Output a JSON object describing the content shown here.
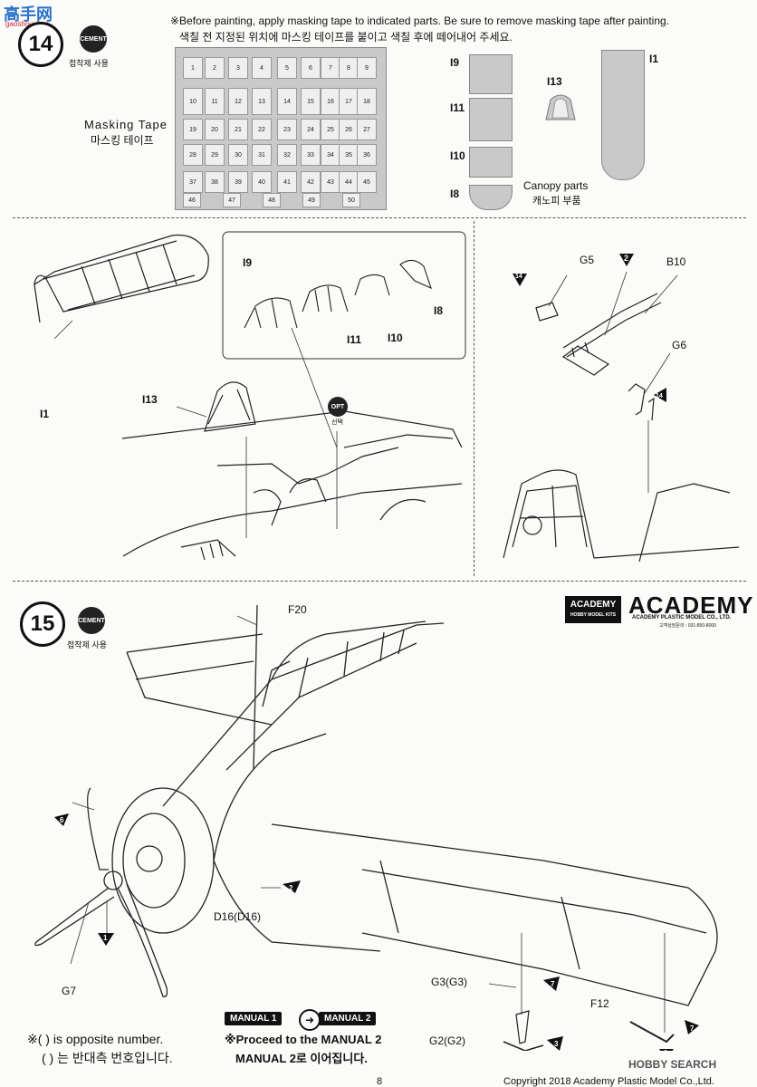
{
  "watermark": {
    "text": "高手网",
    "sub": "gaoshou.com"
  },
  "step14": {
    "number": "14",
    "cement_badge": "CEMENT",
    "cement_caption": "접착제 사용",
    "instruction_en": "※Before painting, apply masking tape to indicated parts. Be sure to remove masking tape after painting.",
    "instruction_ko": "색칠 전 지정된 위치에 마스킹 테이프를 붙이고 색칠 후에 떼어내어 주세요.",
    "masking_label_en": "Masking Tape",
    "masking_label_ko": "마스킹 테이프",
    "canopy_label_en": "Canopy parts",
    "canopy_label_ko": "캐노피 부품",
    "part_labels": {
      "i9": "I9",
      "i11": "I11",
      "i10": "I10",
      "i8": "I8",
      "i13": "I13",
      "i1": "I1"
    },
    "opt_badge": "OPT",
    "opt_caption": "선택",
    "sub_parts": {
      "g5": "G5",
      "b10": "B10",
      "g6": "G6",
      "n2": "2",
      "n14a": "14",
      "n14b": "14"
    }
  },
  "step15": {
    "number": "15",
    "cement_badge": "CEMENT",
    "cement_caption": "접착제 사용",
    "parts": {
      "f20": "F20",
      "d16": "D16(D16)",
      "g7": "G7",
      "g3": "G3(G3)",
      "g2": "G2(G2)",
      "f12": "F12",
      "n6": "6",
      "n2": "2",
      "n1a": "1",
      "n7a": "7",
      "n3": "3",
      "n7b": "7",
      "n1b": "1"
    },
    "logo_box_top": "ACADEMY",
    "logo_box_bottom": "HOBBY MODEL KITS",
    "logo_word": "ACADEMY",
    "logo_company": "ACADEMY PLASTIC MODEL CO., LTD.",
    "logo_phone": "고객상담문의 : 031-850-8000"
  },
  "footer": {
    "note_en": "※( ) is opposite number.",
    "note_ko": "( ) 는 반대측 번호입니다.",
    "manual1": "MANUAL 1",
    "manual2": "MANUAL 2",
    "proceed_en": "※Proceed to the MANUAL 2",
    "proceed_ko": "MANUAL 2로 이어집니다.",
    "page_number": "8",
    "copyright": "Copyright 2018 Academy Plastic Model Co.,Ltd.",
    "hobby_search": "HOBBY SEARCH"
  },
  "mask_cells": [
    "1",
    "2",
    "3",
    "4",
    "5",
    "6",
    "7",
    "8",
    "9",
    "10",
    "11",
    "12",
    "13",
    "14",
    "15",
    "16",
    "17",
    "18",
    "19",
    "20",
    "21",
    "22",
    "23",
    "24",
    "25",
    "26",
    "27",
    "28",
    "29",
    "30",
    "31",
    "32",
    "33",
    "34",
    "35",
    "36",
    "37",
    "38",
    "39",
    "40",
    "41",
    "42",
    "43",
    "44",
    "45",
    "46",
    "47",
    "48",
    "49",
    "50"
  ]
}
